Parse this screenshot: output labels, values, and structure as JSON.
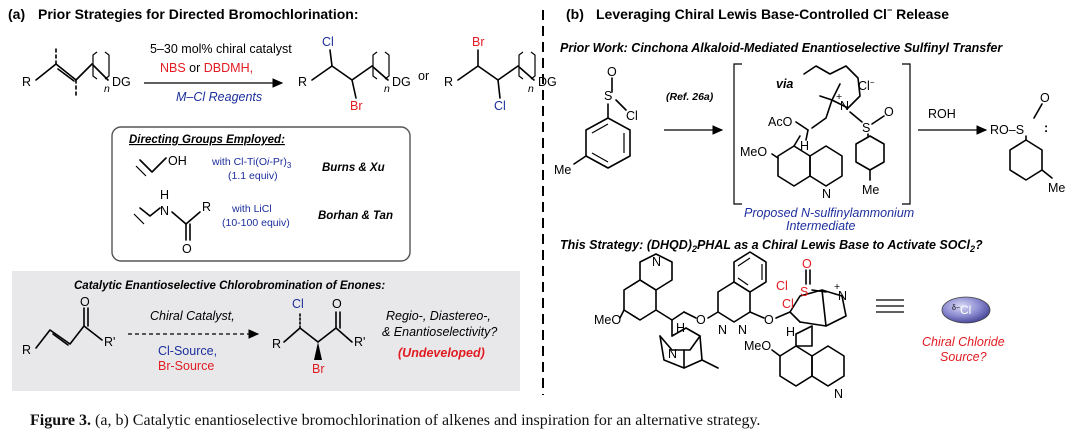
{
  "panel_a": {
    "label": "(a)",
    "title": "Prior Strategies for Directed Bromochlorination:",
    "reaction1": {
      "r_left": "R",
      "n_left": "n",
      "dg_left": "DG",
      "catalyst_line": "5–30 mol% chiral catalyst",
      "reagent_nbs": "NBS",
      "reagent_or": " or ",
      "reagent_dbdmh": "DBDMH,",
      "mcl": "M–Cl Reagents",
      "prod1_cl": "Cl",
      "prod1_br": "Br",
      "prod1_r": "R",
      "prod1_n": "n",
      "prod1_dg": "DG",
      "or_word": "or",
      "prod2_br": "Br",
      "prod2_cl": "Cl",
      "prod2_r": "R",
      "prod2_n": "n",
      "prod2_dg": "DG"
    },
    "directing_box": {
      "title": "Directing Groups Employed:",
      "row1_oh": "OH",
      "row1_with": "with Cl-Ti(O",
      "row1_ipr": "i",
      "row1_tail": "-Pr)",
      "row1_sub": "3",
      "row1_equiv": "(1.1 equiv)",
      "row1_authors": "Burns & Xu",
      "row2_h": "H",
      "row2_n": "N",
      "row2_r": "R",
      "row2_o": "O",
      "row2_with": "with LiCl",
      "row2_equiv": "(10-100 equiv)",
      "row2_authors": "Borhan & Tan"
    },
    "catalytic_box": {
      "title": "Catalytic Enantioselective Chlorobromination of Enones:",
      "r_left": "R",
      "o_left": "O",
      "r_prime": "R'",
      "chiral_catalyst": "Chiral Catalyst,",
      "cl_source": "Cl-Source,",
      "br_source": "Br-Source",
      "prod_cl": "Cl",
      "prod_o": "O",
      "prod_r": "R",
      "prod_rp": "R'",
      "prod_br": "Br",
      "question1": "Regio-, Diastereo-,",
      "question2": "& Enantioselectivity?",
      "undeveloped": "(Undeveloped)"
    }
  },
  "panel_b": {
    "label": "(b)",
    "title": "Leveraging Chiral Lewis Base-Controlled Cl",
    "title_sup": "−",
    "title_tail": " Release",
    "prior_work": "Prior Work: Cinchona Alkaloid-Mediated Enantioselective Sulfinyl Transfer",
    "me_left": "Me",
    "s_left": "S",
    "o_left": "O",
    "cl_left": "Cl",
    "ref": "(Ref. 26a)",
    "via": "via",
    "cl_minus": "Cl",
    "cl_minus_sup": "−",
    "n_plus": "N",
    "plus": "+",
    "s_mid": "S",
    "o_mid": "O",
    "aco": "AcO",
    "h_mid": "H",
    "meo_mid": "MeO",
    "n_quin": "N",
    "me_mid": "Me",
    "proposed1": "Proposed N-sulfinylammonium",
    "proposed2": "Intermediate",
    "roh": "ROH",
    "ro_s": "RO–S",
    "o_right": "O",
    "colon": ":",
    "me_right": "Me",
    "this_strategy": "This Strategy: (DHQD)",
    "this_sub": "2",
    "this_mid": "PHAL as a Chiral Lewis Base to Activate SOCl",
    "this_sub2": "2",
    "this_q": "?",
    "meo_b1": "MeO",
    "h_b1": "H",
    "o_b1": "O",
    "n_b1": "N",
    "n_b2": "N",
    "n_b3": "N",
    "o_b2": "O",
    "h_b2": "H",
    "meo_b2": "MeO",
    "n_b4": "N",
    "n_b5": "N",
    "s_b": "S",
    "o_b3": "O",
    "cl_b1": "Cl",
    "cl_b2": "Cl",
    "plus_b": "+",
    "chloride_ball": "Cl",
    "chloride_ball_sup": "δ−",
    "chiral_chloride1": "Chiral Chloride",
    "chiral_chloride2": "Source?"
  },
  "caption": {
    "lead": "Figure 3.",
    "text": " (a, b) Catalytic enantioselective bromochlorination of alkenes and inspiration for an alternative strategy."
  },
  "colors": {
    "blue": "#1d2f9c",
    "red": "#e11b22",
    "box_fill": "#e8e8ea",
    "box_stroke": "#555555",
    "ball": "#6f6fbf"
  }
}
